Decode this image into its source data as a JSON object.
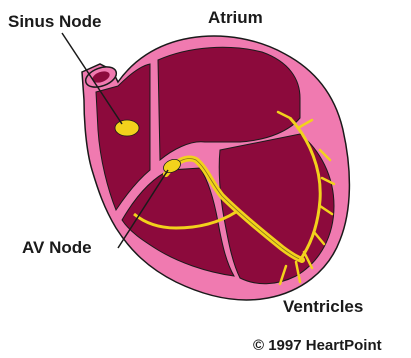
{
  "labels": {
    "sinus_node": "Sinus Node",
    "atrium": "Atrium",
    "av_node": "AV Node",
    "ventricles": "Ventricles",
    "copyright": "© 1997 HeartPoint"
  },
  "colors": {
    "outer_wall": "#f07ab0",
    "chamber": "#8c0a3c",
    "conduction": "#f2d21c",
    "outline": "#1a1a1a"
  }
}
